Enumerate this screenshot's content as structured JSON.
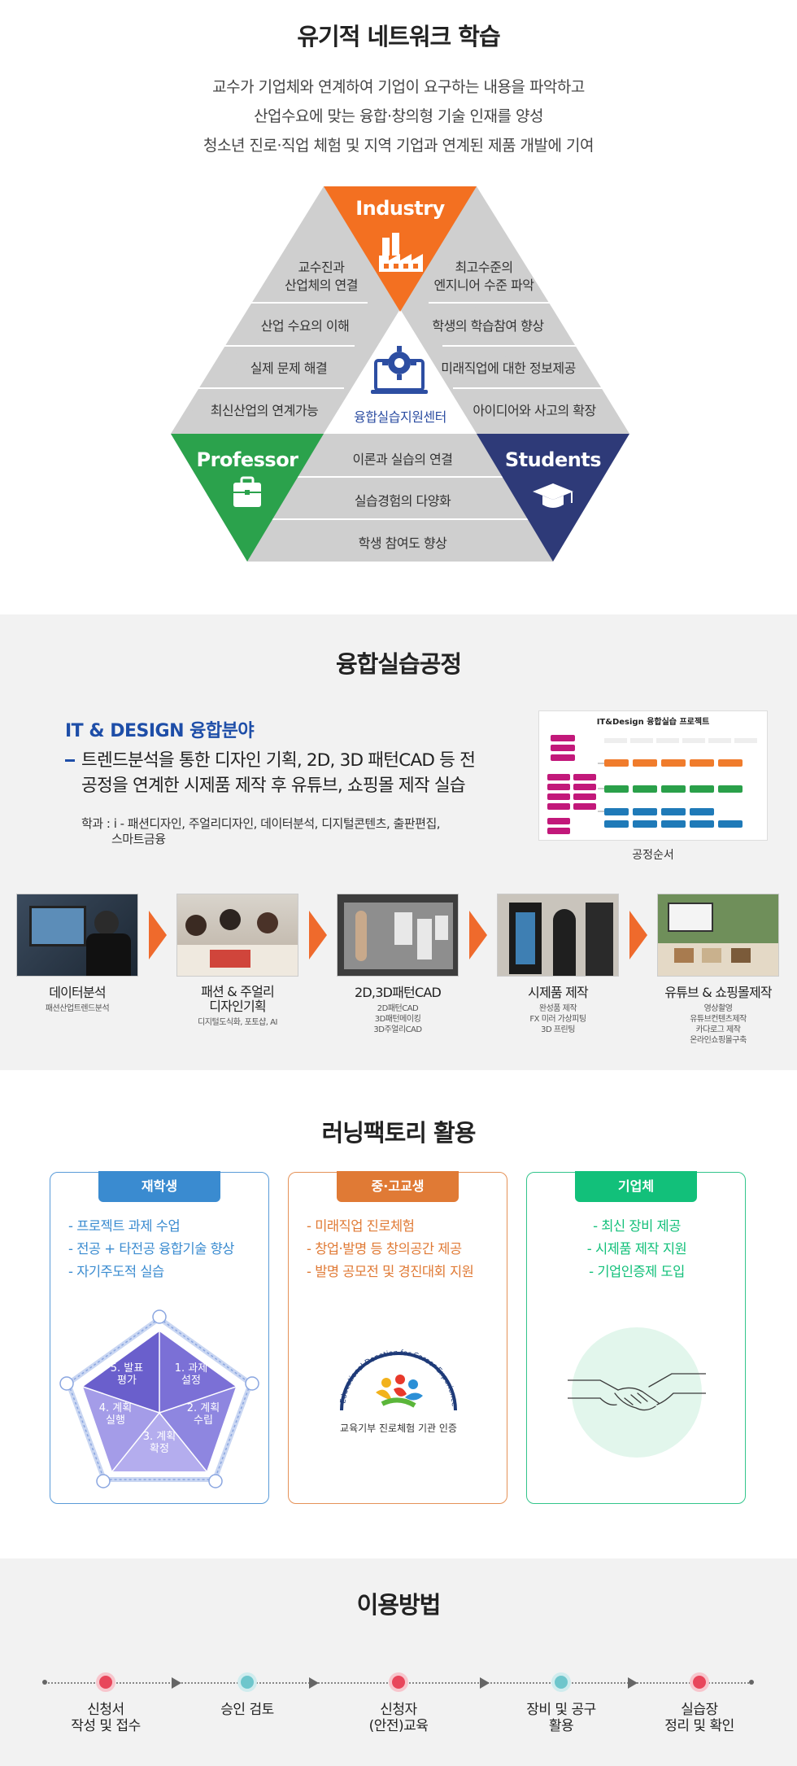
{
  "section1": {
    "title": "유기적 네트워크 학습",
    "intro": [
      "교수가 기업체와 연계하여 기업이 요구하는 내용을 파악하고",
      "산업수요에 맞는 융합·창의형 기술 인재를 양성",
      "청소년 진로·직업 체험 및 지역 기업과 연계된 제품 개발에 기여"
    ],
    "corners": {
      "industry": "Industry",
      "professor": "Professor",
      "students": "Students"
    },
    "center_label": "융합실습지원센터",
    "left_items": [
      "교수진과\n산업체의 연결",
      "산업 수요의 이해",
      "실제 문제 해결",
      "최신산업의 연계가능"
    ],
    "right_items": [
      "최고수준의\n엔지니어 수준 파악",
      "학생의 학습참여 향상",
      "미래직업에 대한 정보제공",
      "아이디어와 사고의 확장"
    ],
    "bottom_items": [
      "이론과 실습의 연결",
      "실습경험의 다양화",
      "학생 참여도 향상"
    ],
    "colors": {
      "industry": "#f37021",
      "professor": "#2ba24c",
      "students": "#2e3a78",
      "gray": "#cfcfcf",
      "icon_blue": "#2d4ea2"
    }
  },
  "section2": {
    "title": "융합실습공정",
    "field_title": "IT & DESIGN 융합분야",
    "description_line1": "트렌드분석을 통한 디자인 기획, 2D, 3D 패턴CAD 등 전",
    "description_line2": "공정을 연계한 시제품 제작 후 유튜브, 쇼핑몰 제작 실습",
    "dept_line1": "학과 : i - 패션디자인, 주얼리디자인, 데이터분석, 디지털콘텐츠, 출판편집,",
    "dept_line2": "스마트금융",
    "diagram_title": "IT&Design 융합실습 프로젝트",
    "diagram_caption": "공정순서",
    "steps": [
      {
        "title": "데이터분석",
        "desc": "패션산업트렌드분석"
      },
      {
        "title": "패션 & 주얼리\n디자인기획",
        "desc": "디지털도식화, 포토샵, AI"
      },
      {
        "title": "2D,3D패턴CAD",
        "desc": "2D패턴CAD\n3D패턴메이킹\n3D주얼리CAD"
      },
      {
        "title": "시제품 제작",
        "desc": "완성품 제작\nFX 미러 가상피팅\n3D 프린팅"
      },
      {
        "title": "유튜브 & 쇼핑몰제작",
        "desc": "영상촬영\n유튜브컨텐츠제작\n카다로그 제작\n온라인쇼핑몰구축"
      }
    ],
    "colors": {
      "accent_blue": "#1e4ea8",
      "arrow": "#ef6a2c"
    }
  },
  "section3": {
    "title": "러닝팩토리 활용",
    "cards": [
      {
        "head": "재학생",
        "color": "#3a8bd0",
        "items": [
          "- 프로젝트 과제 수업",
          "- 전공 + 타전공 융합기술 향상",
          "- 자기주도적 실습"
        ]
      },
      {
        "head": "중·고교생",
        "color": "#e07a35",
        "items": [
          "- 미래직업 진로체험",
          "- 창업·발명 등 창의공간 제공",
          "- 발명 공모전 및 경진대회 지원"
        ]
      },
      {
        "head": "기업체",
        "color": "#12c07a",
        "items": [
          "- 최신 장비 제공",
          "- 시제품 제작 지원",
          "- 기업인증제 도입"
        ]
      }
    ],
    "pentagon_labels": [
      "1. 과제\n설정",
      "2. 계획\n수립",
      "3. 계획\n확정",
      "4. 계획\n실행",
      "5. 발표\n평가"
    ],
    "cert_arc_text": "Educational Donation for Career Experience",
    "cert_label": "교육기부 진로체험 기관 인증"
  },
  "section4": {
    "title": "이용방법",
    "steps": [
      {
        "label": "신청서\n작성 및 접수",
        "color": "#e8465b"
      },
      {
        "label": "승인 검토",
        "color": "#6ec6cc"
      },
      {
        "label": "신청자\n(안전)교육",
        "color": "#e8465b"
      },
      {
        "label": "장비 및 공구\n활용",
        "color": "#6ec6cc"
      },
      {
        "label": "실습장\n정리 및 확인",
        "color": "#e8465b"
      }
    ]
  }
}
